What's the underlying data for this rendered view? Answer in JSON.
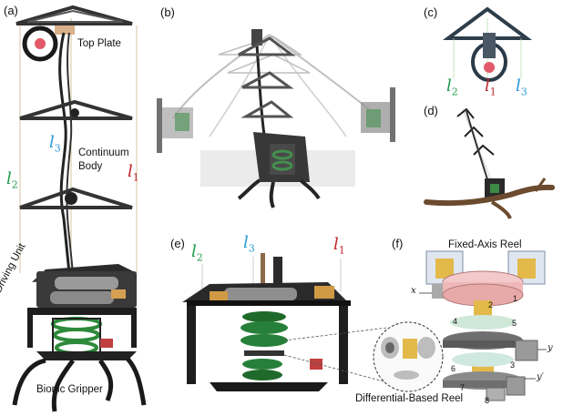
{
  "panels": {
    "a": "(a)",
    "b": "(b)",
    "c": "(c)",
    "d": "(d)",
    "e": "(e)",
    "f": "(f)"
  },
  "labels": {
    "top_plate": "Top Plate",
    "continuum_body_1": "Continuum",
    "continuum_body_2": "Body",
    "driving_unit": "Driving Unit",
    "bionic_gripper": "Bionic Gripper",
    "fixed_axis_reel": "Fixed-Axis Reel",
    "differential_reel": "Differential-Based Reel"
  },
  "tendons": {
    "l": "l",
    "one": "1",
    "two": "2",
    "three": "3"
  },
  "axes": {
    "x": "x",
    "y": "y",
    "y_prime": "y′"
  },
  "part_numbers": [
    "1",
    "2",
    "3",
    "4",
    "5",
    "6",
    "7",
    "8"
  ]
}
